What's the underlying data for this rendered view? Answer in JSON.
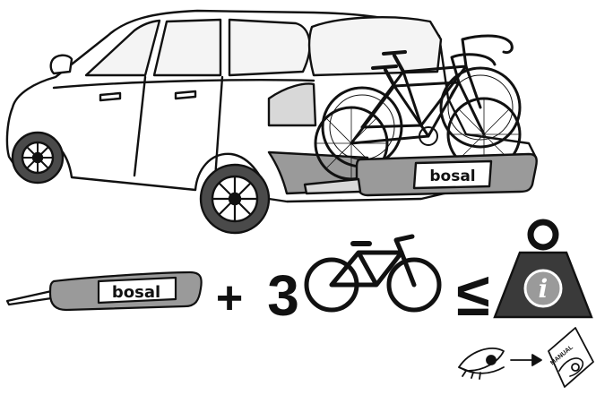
{
  "illustration": {
    "brand_text": "bosal",
    "carrier_brand_text": "bosal",
    "operator_plus": "+",
    "bike_count": "3",
    "operator_leq": "≤",
    "info_symbol": "i",
    "manual_label": "MANUAL",
    "icons": {
      "car": "station-wagon-rear-three-quarter",
      "bikes": "two-bicycles-on-carrier",
      "carrier": "folded-bike-carrier",
      "bicycle": "bicycle-icon",
      "weight": "weight-with-info-icon",
      "eye": "eye-icon",
      "arrow": "arrow-right-icon",
      "manual": "manual-booklet-icon"
    },
    "colors": {
      "line": "#111111",
      "car_fill": "#ffffff",
      "glass": "#f4f4f4",
      "shadow_grey": "#9a9a9a",
      "dark_grey": "#4a4a4a",
      "light_grey": "#d8d8d8"
    }
  }
}
